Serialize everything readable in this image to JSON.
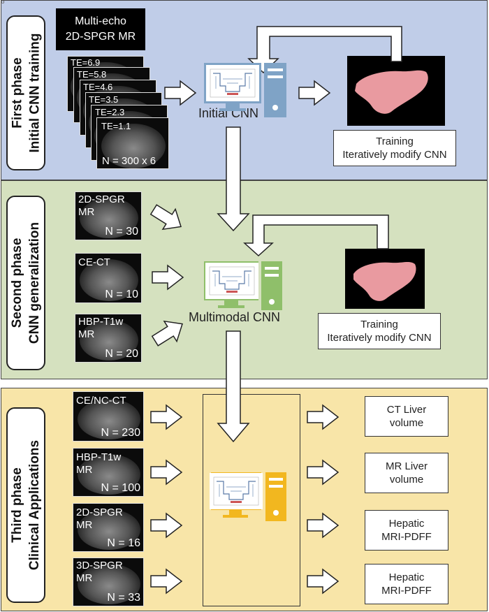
{
  "corner_mark": "6",
  "phases": {
    "first": {
      "line1": "First phase",
      "line2": "Initial CNN training"
    },
    "second": {
      "line1": "Second phase",
      "line2": "CNN generalization"
    },
    "third": {
      "line1": "Third phase",
      "line2": "Clinical Applications"
    }
  },
  "first_phase": {
    "input_title": [
      "Multi-echo",
      "2D-SPGR MR"
    ],
    "echo_times": [
      "TE=6.9",
      "TE=5.8",
      "TE=4.6",
      "TE=3.5",
      "TE=2.3",
      "TE=1.1"
    ],
    "count": "N = 300 x 6",
    "model_label": "Initial CNN",
    "training_box": [
      "Training",
      "Iteratively modify CNN"
    ]
  },
  "second_phase": {
    "inputs": [
      {
        "label": [
          "2D-SPGR",
          "MR"
        ],
        "count": "N = 30"
      },
      {
        "label": [
          "CE-CT"
        ],
        "count": "N = 10"
      },
      {
        "label": [
          "HBP-T1w",
          "MR"
        ],
        "count": "N = 20"
      }
    ],
    "model_label": "Multimodal CNN",
    "training_box": [
      "Training",
      "Iteratively modify CNN"
    ]
  },
  "third_phase": {
    "inputs": [
      {
        "label": [
          "CE/NC-CT"
        ],
        "count": "N = 230"
      },
      {
        "label": [
          "HBP-T1w",
          "MR"
        ],
        "count": "N = 100"
      },
      {
        "label": [
          "2D-SPGR",
          "MR"
        ],
        "count": "N = 16"
      },
      {
        "label": [
          "3D-SPGR",
          "MR"
        ],
        "count": "N = 33"
      }
    ],
    "outputs": [
      [
        "CT Liver",
        "volume"
      ],
      [
        "MR Liver",
        "volume"
      ],
      [
        "Hepatic",
        "MRI-PDFF"
      ],
      [
        "Hepatic",
        "MRI-PDFF"
      ]
    ]
  },
  "colors": {
    "panel1": "#c0cde8",
    "panel2": "#d5e1bf",
    "panel3": "#f8e5a8",
    "computer_blue": "#7fa3c6",
    "computer_green": "#8fbf6a",
    "computer_yellow": "#f2b71f",
    "liver": "#e99aa0"
  }
}
